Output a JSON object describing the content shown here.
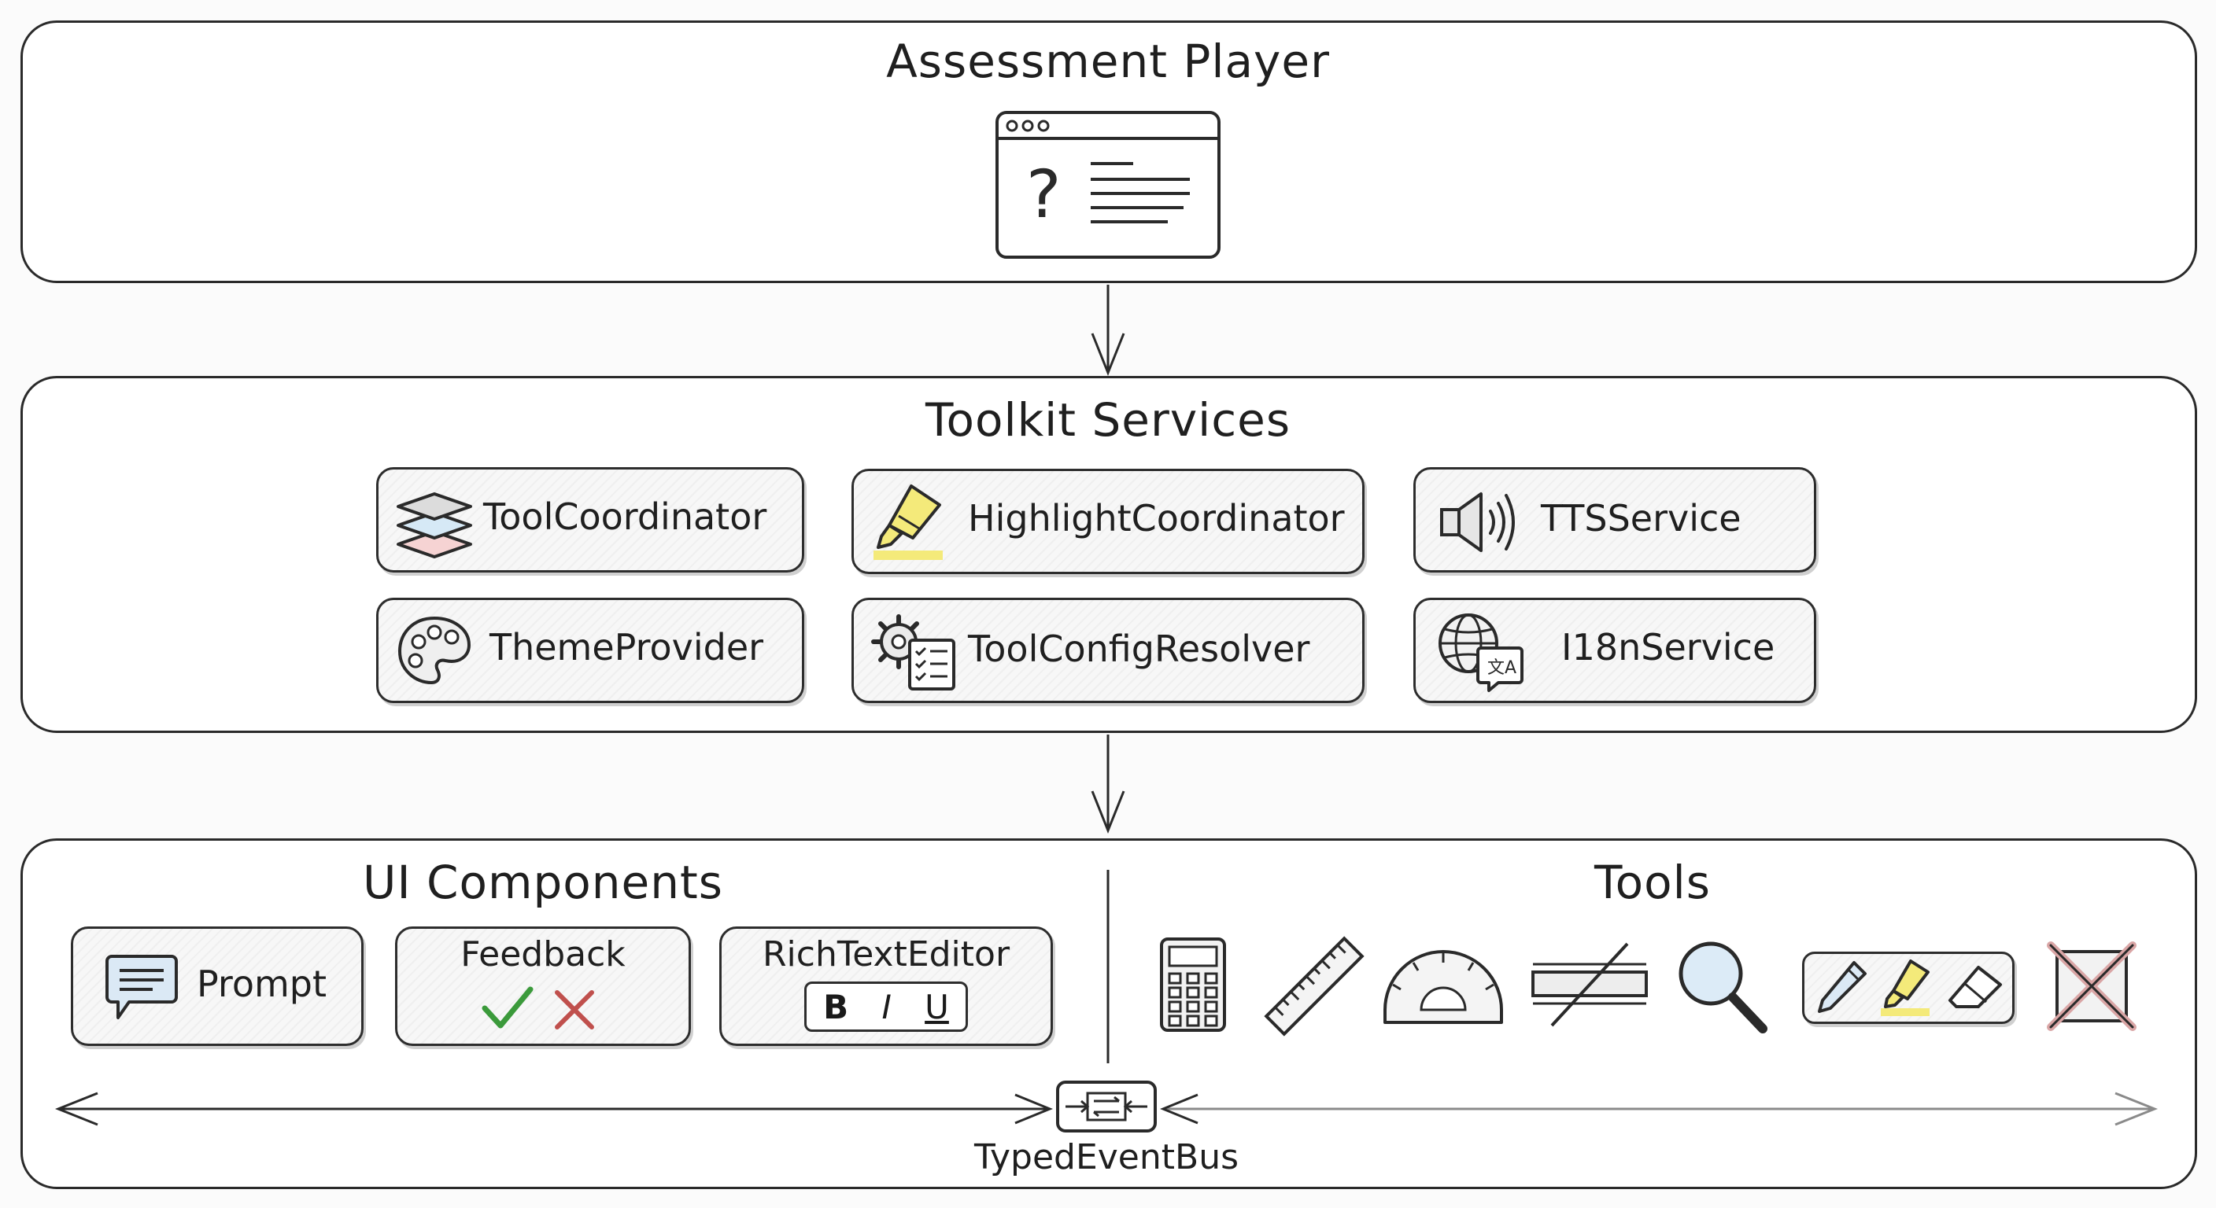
{
  "player": {
    "title": "Assessment Player"
  },
  "services": {
    "title": "Toolkit Services",
    "items": [
      {
        "label": "ToolCoordinator",
        "icon": "layers-icon"
      },
      {
        "label": "HighlightCoordinator",
        "icon": "highlighter-icon"
      },
      {
        "label": "TTSService",
        "icon": "speaker-icon"
      },
      {
        "label": "ThemeProvider",
        "icon": "palette-icon"
      },
      {
        "label": "ToolConfigResolver",
        "icon": "gear-checklist-icon"
      },
      {
        "label": "I18nService",
        "icon": "globe-translate-icon"
      }
    ]
  },
  "ui_components": {
    "title": "UI Components",
    "prompt": "Prompt",
    "feedback": "Feedback",
    "rich_text_editor": "RichTextEditor",
    "format_buttons": [
      "B",
      "I",
      "U"
    ]
  },
  "tools": {
    "title": "Tools",
    "icons": [
      "calculator-icon",
      "ruler-icon",
      "protractor-icon",
      "line-reader-icon",
      "magnifier-icon",
      "annotation-tools-icon",
      "answer-eliminator-icon"
    ]
  },
  "event_bus": {
    "label": "TypedEventBus"
  },
  "colors": {
    "highlight": "#f4ea7a",
    "check": "#3b9a3b",
    "cross": "#c0504d"
  }
}
